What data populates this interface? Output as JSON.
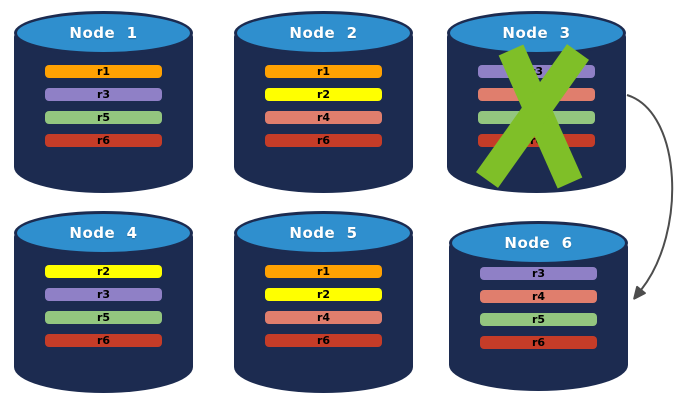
{
  "diagram": {
    "description": "Replicated database nodes with node failure",
    "colors": {
      "cylinder_body": "#1c2b50",
      "cylinder_top": "#2f8fce",
      "title_text": "#ffffff",
      "bar_text": "#000000",
      "failure_x": "#7fbf28",
      "arrow": "#4d4d4d",
      "replica_r1": "#ffa202",
      "replica_r2": "#ffff00",
      "replica_r3": "#8f80c6",
      "replica_r4": "#e07e6d",
      "replica_r5": "#93c67f",
      "replica_r6": "#c53c28"
    },
    "nodes": [
      {
        "title": "Node  1",
        "failed": false,
        "replicas": [
          {
            "label": "r1",
            "color": "#ffa202"
          },
          {
            "label": "r3",
            "color": "#8f80c6"
          },
          {
            "label": "r5",
            "color": "#93c67f"
          },
          {
            "label": "r6",
            "color": "#c53c28"
          }
        ]
      },
      {
        "title": "Node  2",
        "failed": false,
        "replicas": [
          {
            "label": "r1",
            "color": "#ffa202"
          },
          {
            "label": "r2",
            "color": "#ffff00"
          },
          {
            "label": "r4",
            "color": "#e07e6d"
          },
          {
            "label": "r6",
            "color": "#c53c28"
          }
        ]
      },
      {
        "title": "Node  3",
        "failed": true,
        "replicas": [
          {
            "label": "r3",
            "color": "#8f80c6"
          },
          {
            "label": "r4",
            "color": "#e07e6d"
          },
          {
            "label": "r5",
            "color": "#93c67f"
          },
          {
            "label": "r6",
            "color": "#c53c28"
          }
        ]
      },
      {
        "title": "Node  4",
        "failed": false,
        "replicas": [
          {
            "label": "r2",
            "color": "#ffff00"
          },
          {
            "label": "r3",
            "color": "#8f80c6"
          },
          {
            "label": "r5",
            "color": "#93c67f"
          },
          {
            "label": "r6",
            "color": "#c53c28"
          }
        ]
      },
      {
        "title": "Node  5",
        "failed": false,
        "replicas": [
          {
            "label": "r1",
            "color": "#ffa202"
          },
          {
            "label": "r2",
            "color": "#ffff00"
          },
          {
            "label": "r4",
            "color": "#e07e6d"
          },
          {
            "label": "r6",
            "color": "#c53c28"
          }
        ]
      },
      {
        "title": "Node  6",
        "failed": false,
        "replicas": [
          {
            "label": "r3",
            "color": "#8f80c6"
          },
          {
            "label": "r4",
            "color": "#e07e6d"
          },
          {
            "label": "r5",
            "color": "#93c67f"
          },
          {
            "label": "r6",
            "color": "#c53c28"
          }
        ]
      }
    ],
    "failure_marker": {
      "type": "green-x",
      "on_node": "Node 3",
      "color": "#7fbf28"
    },
    "arrow": {
      "from": "Node 3",
      "to": "Node 6",
      "color": "#4d4d4d"
    }
  }
}
